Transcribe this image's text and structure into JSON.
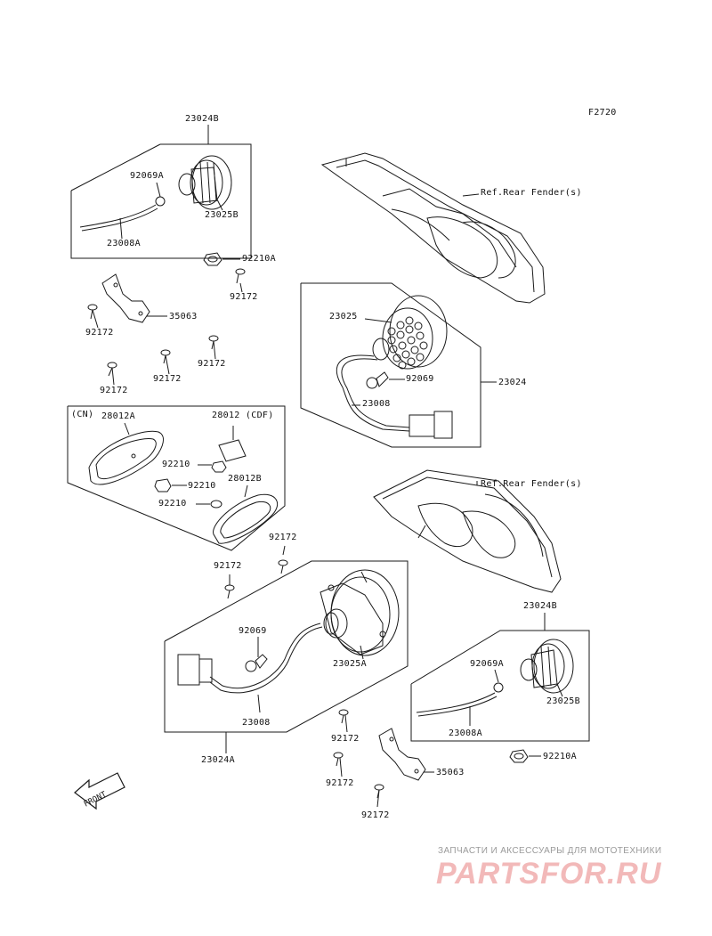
{
  "figure_code": "F2720",
  "ref_labels": {
    "upper": "Ref.Rear Fender(s)",
    "lower": "Ref.Rear Fender(s)"
  },
  "group_labels": {
    "cn": "(CN)",
    "cdf": "28012 (CDF)",
    "front": "FRONT"
  },
  "parts": {
    "p23024B_top": "23024B",
    "p92069A_top": "92069A",
    "p23025B_top": "23025B",
    "p23008A_top": "23008A",
    "p92210A_top": "92210A",
    "p92172_a": "92172",
    "p35063_top": "35063",
    "p92172_b": "92172",
    "p92172_c": "92172",
    "p92172_d": "92172",
    "p92172_e": "92172",
    "p23025": "23025",
    "p92069": "92069",
    "p23024": "23024",
    "p23008": "23008",
    "p28012A": "28012A",
    "p92210_1": "92210",
    "p92210_2": "92210",
    "p28012B": "28012B",
    "p92210_3": "92210",
    "p92172_f": "92172",
    "p92172_g": "92172",
    "p92069_low": "92069",
    "p23025A": "23025A",
    "p23008_low": "23008",
    "p23024A": "23024A",
    "p23024B_low": "23024B",
    "p92069A_low": "92069A",
    "p23025B_low": "23025B",
    "p23008A_low": "23008A",
    "p92172_h": "92172",
    "p92172_i": "92172",
    "p35063_low": "35063",
    "p92210A_low": "92210A",
    "p92172_j": "92172"
  },
  "watermark": {
    "caption": "ЗАПЧАСТИ И АКСЕССУАРЫ ДЛЯ МОТОТЕХНИКИ",
    "logo": "PARTSFOR.RU"
  },
  "colors": {
    "line": "#1a1a1a",
    "watermark_logo": "#f2b9b9",
    "watermark_caption": "#9a9a9a"
  }
}
